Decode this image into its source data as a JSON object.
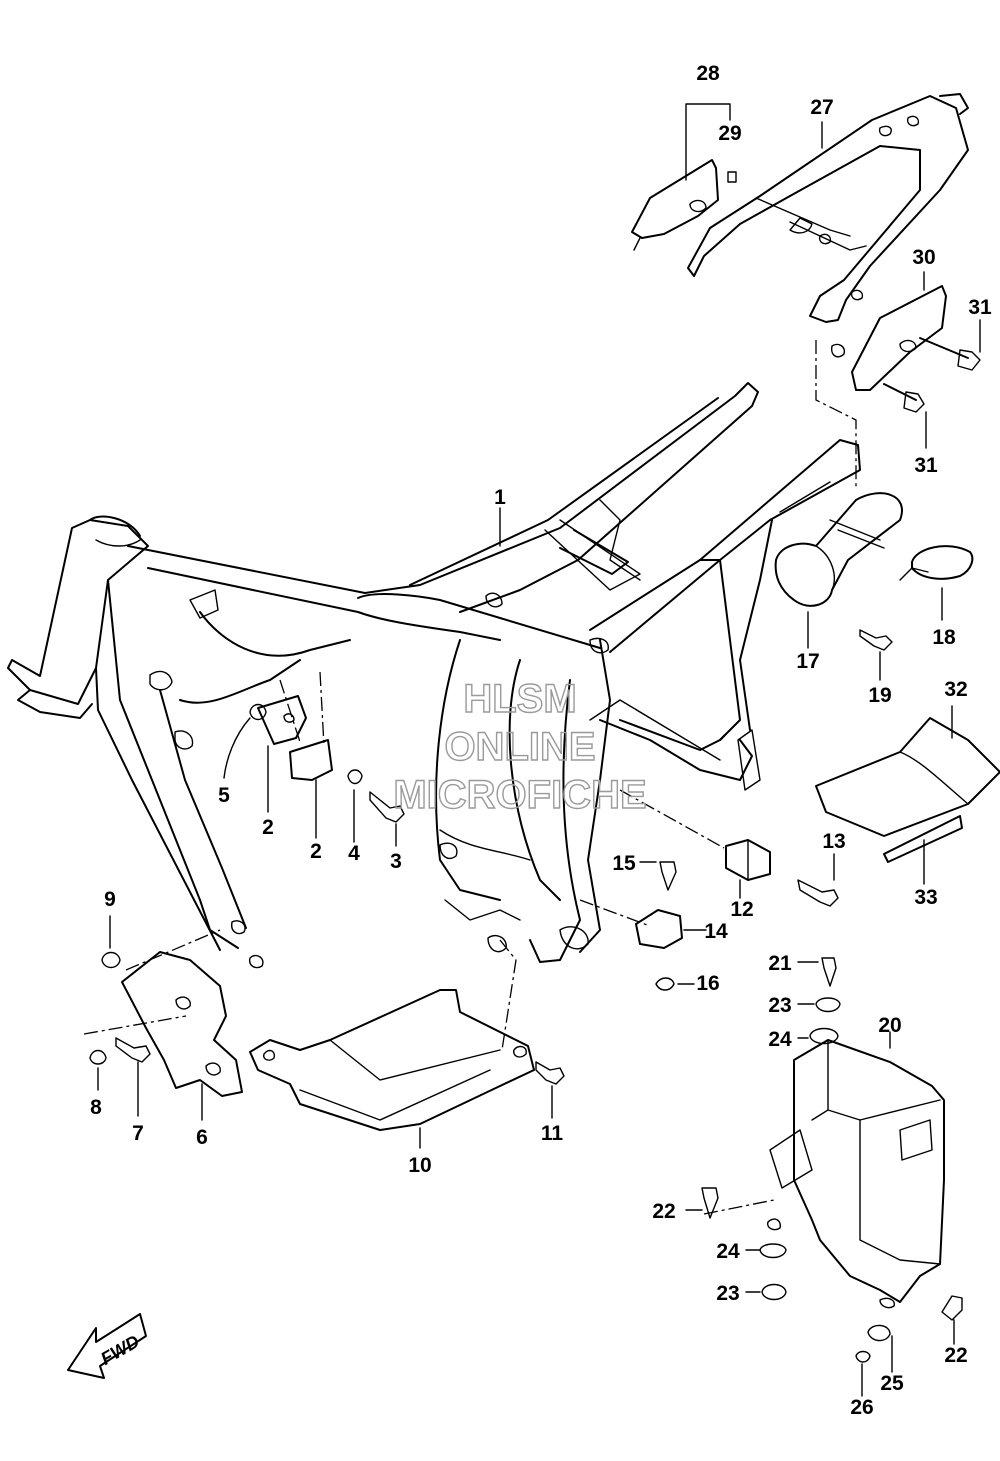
{
  "watermark": {
    "line1": "HLSM",
    "line2": "ONLINE",
    "line3": "MICROFICHE"
  },
  "fwd_label": "FWD",
  "callouts": {
    "c1": "1",
    "c2a": "2",
    "c2b": "2",
    "c3": "3",
    "c4": "4",
    "c5": "5",
    "c6": "6",
    "c7": "7",
    "c8": "8",
    "c9": "9",
    "c10": "10",
    "c11": "11",
    "c12": "12",
    "c13": "13",
    "c14": "14",
    "c15": "15",
    "c16": "16",
    "c17": "17",
    "c18": "18",
    "c19": "19",
    "c20": "20",
    "c21": "21",
    "c22a": "22",
    "c22b": "22",
    "c23a": "23",
    "c23b": "23",
    "c24a": "24",
    "c24b": "24",
    "c25": "25",
    "c26": "26",
    "c27": "27",
    "c28": "28",
    "c29": "29",
    "c30": "30",
    "c31a": "31",
    "c31b": "31",
    "c32": "32",
    "c33": "33"
  }
}
